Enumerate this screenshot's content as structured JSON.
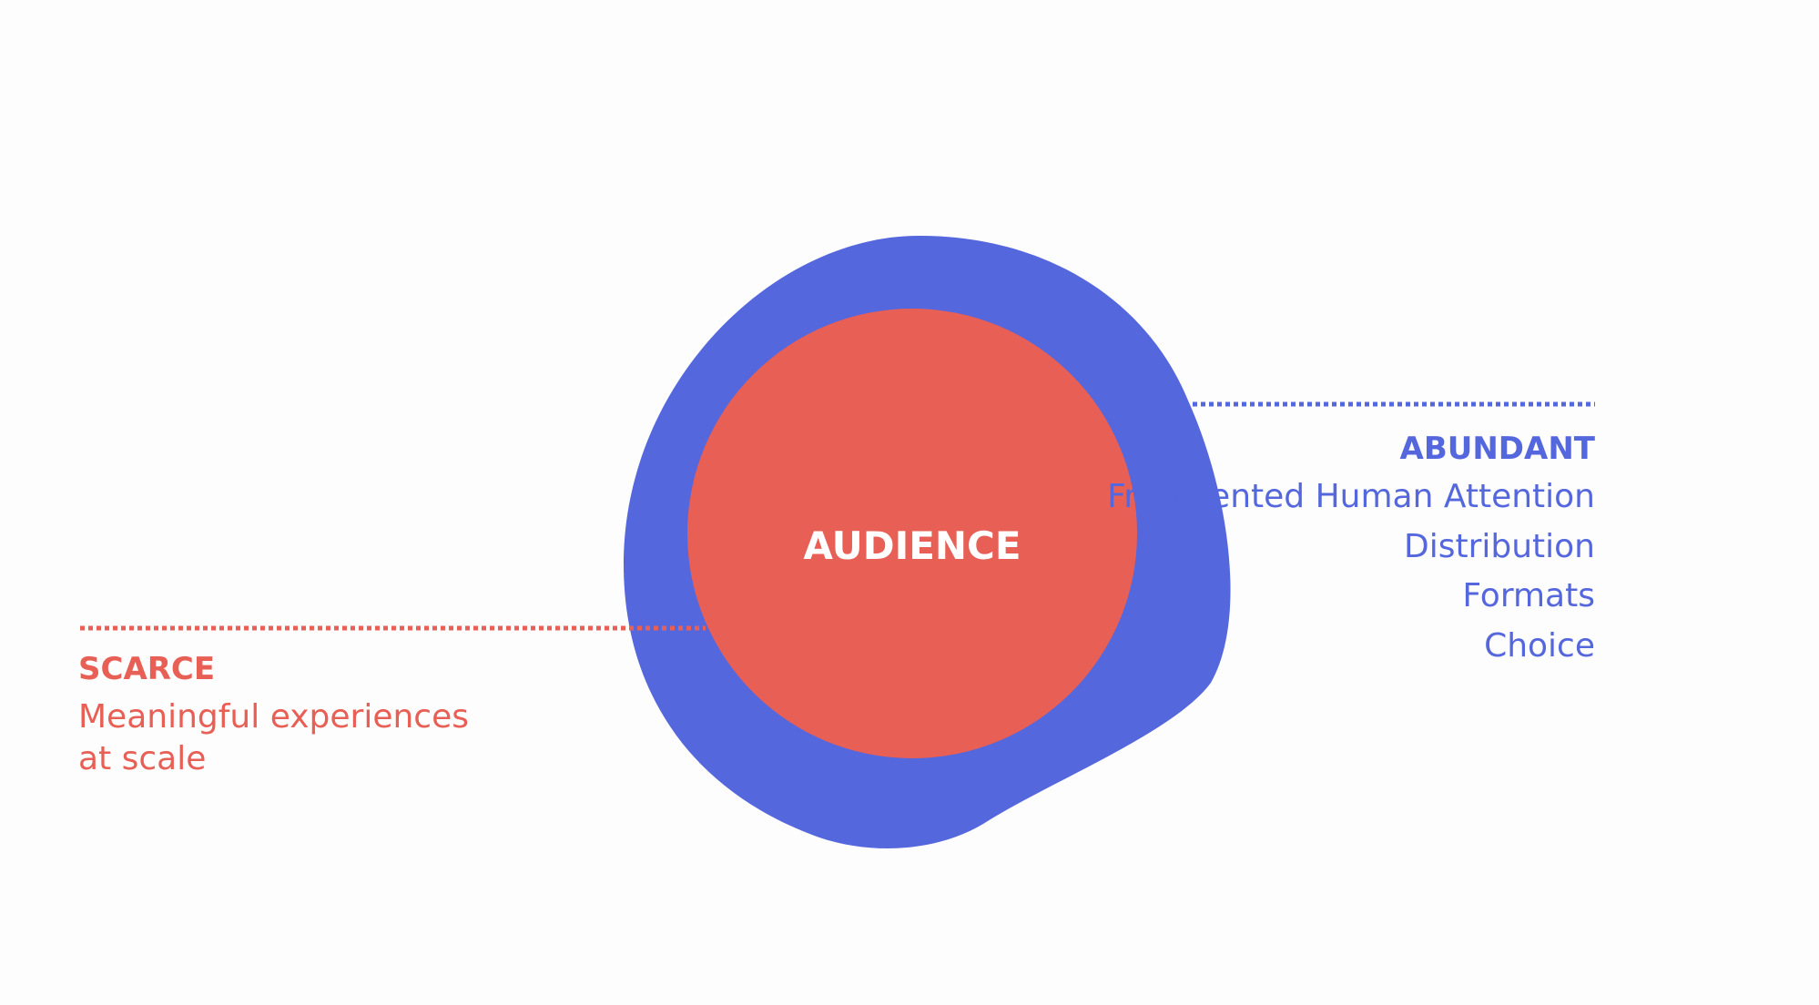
{
  "center_label": "AUDIENCE",
  "abundant": {
    "heading": "ABUNDANT",
    "items": [
      "Fragmented Human Attention",
      "Distribution",
      "Formats",
      "Choice"
    ]
  },
  "scarce": {
    "heading": "SCARCE",
    "lines": [
      "Meaningful experiences",
      "at scale"
    ]
  },
  "colors": {
    "blue": "#5567dd",
    "red": "#e85f55"
  }
}
